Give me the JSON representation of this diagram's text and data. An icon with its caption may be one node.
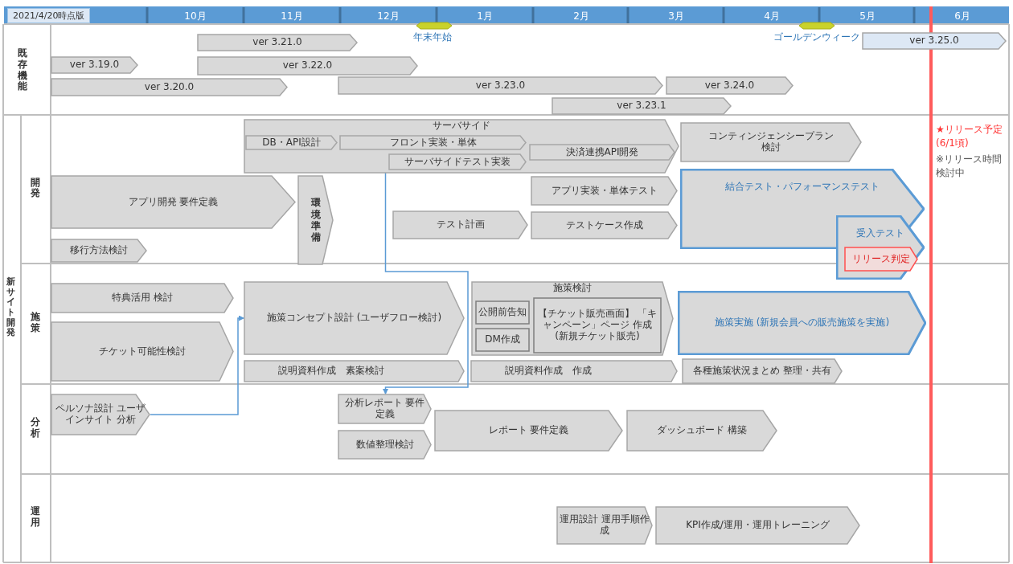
{
  "diagram": {
    "nodes": [
      {
        "text": [
          "ver 3.21.0"
        ]
      },
      {
        "text": [
          "ver 3.19.0"
        ]
      },
      {
        "text": [
          "ver 3.22.0"
        ]
      },
      {
        "text": [
          "ver 3.20.0"
        ]
      },
      {
        "text": [
          "ver 3.23.0"
        ]
      },
      {
        "text": [
          "ver 3.24.0"
        ]
      },
      {
        "text": [
          "ver 3.23.1"
        ]
      },
      {
        "text": [
          "ver 3.25.0"
        ]
      },
      {
        "text": [
          "サーバサイド"
        ]
      },
      {
        "text": [
          "DB・API設計"
        ],
        "in": 8
      },
      {
        "text": [
          "フロント実装・単体"
        ],
        "in": 8
      },
      {
        "text": [
          "サーバサイドテスト実装"
        ],
        "in": 8
      },
      {
        "text": [
          "決済連携API開発"
        ],
        "in": 8
      },
      {
        "text": [
          "コンティンジェンシープラン",
          "検討"
        ]
      },
      {
        "text": [
          "アプリ開発 要件定義"
        ]
      },
      {
        "text": [
          "移行方法検討"
        ]
      },
      {
        "text": [
          "環境準備"
        ]
      },
      {
        "text": [
          "テスト計画"
        ]
      },
      {
        "text": [
          "アプリ実装・単体テスト"
        ]
      },
      {
        "text": [
          "テストケース作成"
        ]
      },
      {
        "text": [
          "結合テスト・パフォーマンステスト"
        ]
      },
      {
        "text": [
          "受入テスト"
        ]
      },
      {
        "text": [
          "リリース判定"
        ],
        "in": 21
      },
      {
        "text": [
          "特典活用 検討"
        ]
      },
      {
        "text": [
          "チケット可能性検討"
        ]
      },
      {
        "text": [
          "施策コンセプト設計 (ユーザフロー検討)"
        ]
      },
      {
        "text": [
          "説明資料作成　素案検討"
        ]
      },
      {
        "text": [
          "施策検討"
        ]
      },
      {
        "text": [
          "公開前告知"
        ],
        "in": 27
      },
      {
        "text": [
          "DM作成"
        ],
        "in": 27
      },
      {
        "text": [
          "【チケット販売画面】 「キャンペーン」ページ 作成 (新規チケット販売)"
        ],
        "in": 27
      },
      {
        "text": [
          "施策実施 (新規会員への販売施策を実施)"
        ]
      },
      {
        "text": [
          "説明資料作成　作成"
        ]
      },
      {
        "text": [
          "各種施策状況まとめ 整理・共有"
        ]
      },
      {
        "text": [
          "ペルソナ設計 ユーザインサイト 分析"
        ]
      },
      {
        "text": [
          "分析レポート 要件定義"
        ]
      },
      {
        "text": [
          "数値整理検討"
        ]
      },
      {
        "text": [
          "レポート 要件定義"
        ]
      },
      {
        "text": [
          "ダッシュボード 構築"
        ]
      },
      {
        "text": [
          "運用設計 運用手順作成"
        ]
      },
      {
        "text": [
          "KPI作成/運用・運用トレーニング"
        ]
      }
    ],
    "edges": [
      {
        "from": 34,
        "to": 25,
        "arrow": "to"
      },
      {
        "from": 10,
        "to": 35,
        "arrow": "to"
      }
    ],
    "labels": [
      "2021/4/20時点版",
      "10月",
      "11月",
      "12月",
      "1月",
      "2月",
      "3月",
      "4月",
      "5月",
      "6月",
      "年末年始",
      "ゴールデンウィーク",
      "既存機能",
      "新サイト開発",
      "開発",
      "施策",
      "分析",
      "運用",
      "★リリース予定 (6/1頃)",
      "※リリース時間検討中"
    ]
  }
}
